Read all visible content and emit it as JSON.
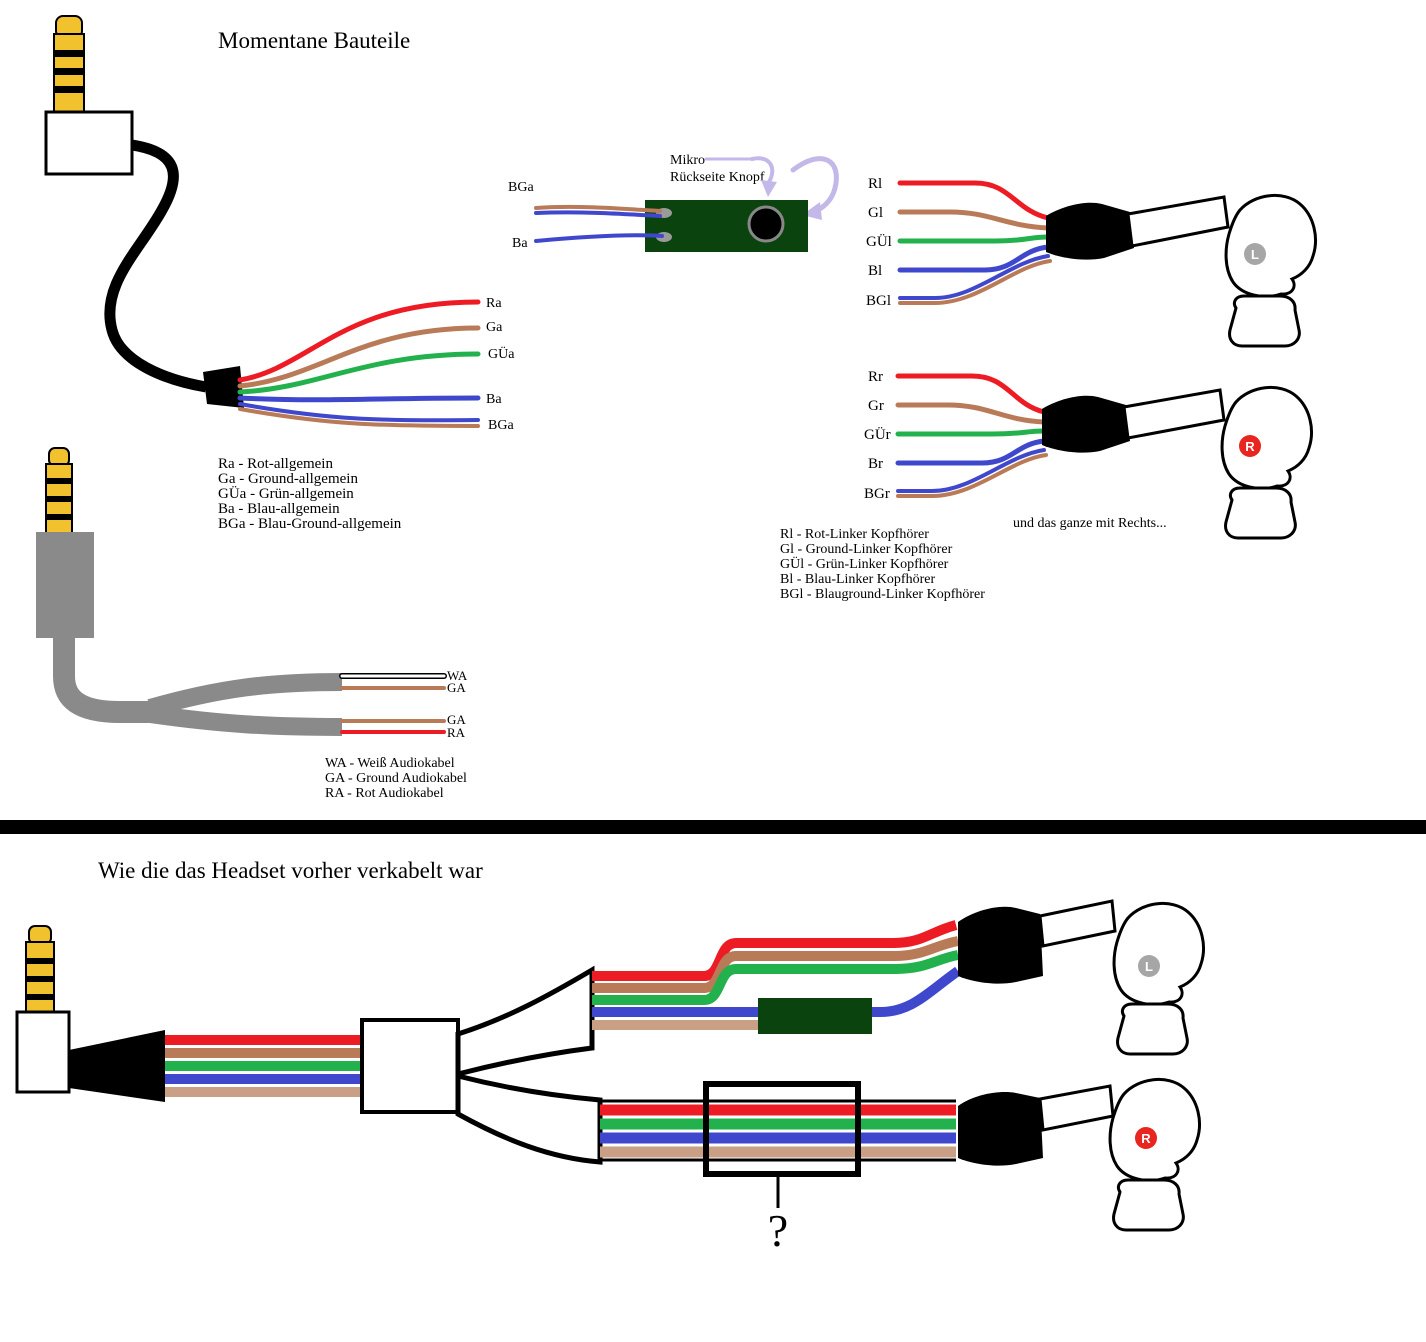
{
  "colors": {
    "red": "#ed1c24",
    "brown": "#b97a57",
    "light_brown": "#c9a086",
    "green": "#22b14c",
    "blue": "#3f48cc",
    "gold": "#f2c12e",
    "plug_grey": "#8a8a8a",
    "solder_grey": "#9a9a9a",
    "lavender": "#c3b8e8",
    "pcb_green": "#0a430d",
    "white": "#ffffff",
    "black": "#000000",
    "badge_grey": "#a6a6a6",
    "badge_red": "#e8251f"
  },
  "top": {
    "title": "Momentane Bauteile",
    "main_cable": {
      "labels": [
        "Ra",
        "Ga",
        "GÜa",
        "Ba",
        "BGa"
      ]
    },
    "legend_general": {
      "lines": [
        "Ra - Rot-allgemein",
        "Ga - Ground-allgemein",
        "GÜa - Grün-allgemein",
        "Ba - Blau-allgemein",
        "BGa - Blau-Ground-allgemein"
      ]
    },
    "mic": {
      "mikro": "Mikro",
      "knopf": "Rückseite Knopf",
      "bga": "BGa",
      "ba": "Ba"
    },
    "left_earphone": {
      "labels": [
        "Rl",
        "Gl",
        "GÜl",
        "Bl",
        "BGl"
      ],
      "badge": "L"
    },
    "right_earphone": {
      "labels": [
        "Rr",
        "Gr",
        "GÜr",
        "Br",
        "BGr"
      ],
      "badge": "R"
    },
    "legend_left": {
      "lines": [
        "Rl - Rot-Linker Kopfhörer",
        "Gl - Ground-Linker Kopfhörer",
        "GÜl - Grün-Linker Kopfhörer",
        "Bl - Blau-Linker Kopfhörer",
        "BGl - Blauground-Linker Kopfhörer"
      ]
    },
    "note": "und das ganze mit Rechts...",
    "audio_cable": {
      "labels": [
        "WA",
        "GA",
        "GA",
        "RA"
      ],
      "legend": [
        "WA - Weiß Audiokabel",
        "GA - Ground Audiokabel",
        "RA - Rot Audiokabel"
      ]
    }
  },
  "bottom": {
    "title": "Wie die das Headset vorher verkabelt war",
    "question": "?",
    "left_badge": "L",
    "right_badge": "R"
  }
}
